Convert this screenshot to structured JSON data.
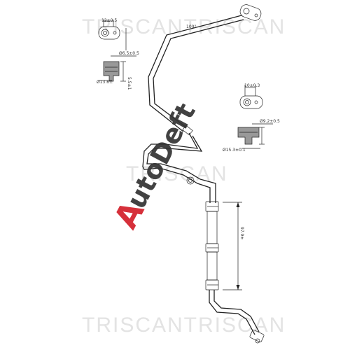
{
  "watermarks": {
    "top": "TRISCANTRISCAN",
    "middle": "TRISCAN",
    "bottom": "TRISCANTRISCAN"
  },
  "logo": {
    "initial": "A",
    "rest": "utoDeft"
  },
  "dimensions": {
    "top_left_small": "12±0.5",
    "top_left_bore": "Ø6.5±0.5",
    "top_left_flange": "Ø13.6±",
    "top_left_height": "5.5±1",
    "right_small": "10±0.3",
    "right_bore": "Ø9.2±0.5",
    "right_flange": "Ø15.3±0.1",
    "top_angle": "100°",
    "length": "97.9±"
  }
}
